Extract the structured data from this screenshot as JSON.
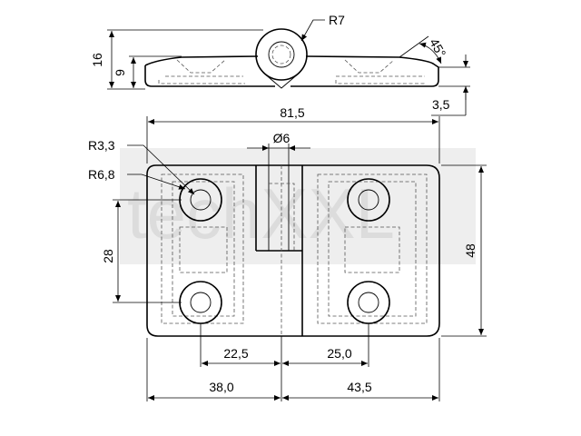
{
  "watermark": {
    "text": "techXXL"
  },
  "dimensions": {
    "side_height_total": "16",
    "side_height_leaf": "9",
    "pin_radius": "R7",
    "chamfer_angle": "45°",
    "chamfer_depth": "3,5",
    "overall_width": "81,5",
    "pin_diameter": "Ø6",
    "hole_radius_small": "R3,3",
    "hole_radius_large": "R6,8",
    "hole_spacing_vertical": "28",
    "overall_height": "48",
    "hole_offset_left": "22,5",
    "hole_offset_right": "25,0",
    "leaf_width_left": "38,0",
    "leaf_width_right": "43,5"
  },
  "colors": {
    "line": "#000000",
    "hidden_line": "#555555",
    "watermark": "#dcdcdc"
  }
}
